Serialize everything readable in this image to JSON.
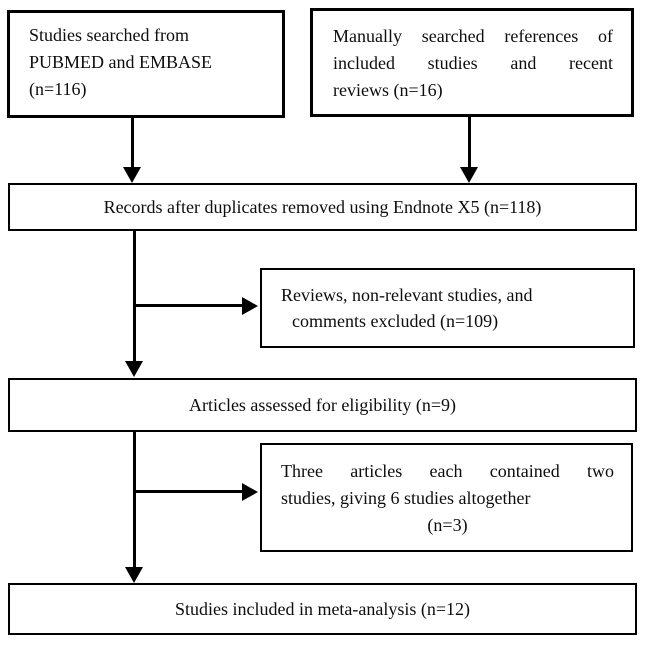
{
  "flowchart": {
    "colors": {
      "line": "#000000",
      "background": "#ffffff",
      "text": "#0d0d0d"
    },
    "boxes": {
      "searched": {
        "lines": [
          "Studies searched from",
          "PUBMED and EMBASE",
          "(n=116)"
        ],
        "count": 116
      },
      "manual": {
        "lines": [
          "Manually searched references of",
          "included studies and recent",
          "reviews (n=16)"
        ],
        "count": 16
      },
      "duplicates_removed": {
        "text": "Records after duplicates removed using Endnote X5 (n=118)",
        "count": 118
      },
      "excluded": {
        "lines": [
          "Reviews, non-relevant studies, and",
          "comments excluded (n=109)"
        ],
        "count": 109
      },
      "eligibility": {
        "text": "Articles assessed for eligibility (n=9)",
        "count": 9
      },
      "double_studies": {
        "lines": [
          "Three articles each contained two",
          "studies, giving 6 studies altogether",
          "(n=3)"
        ],
        "count": 3
      },
      "included": {
        "text": "Studies included in meta-analysis (n=12)",
        "count": 12
      }
    }
  }
}
